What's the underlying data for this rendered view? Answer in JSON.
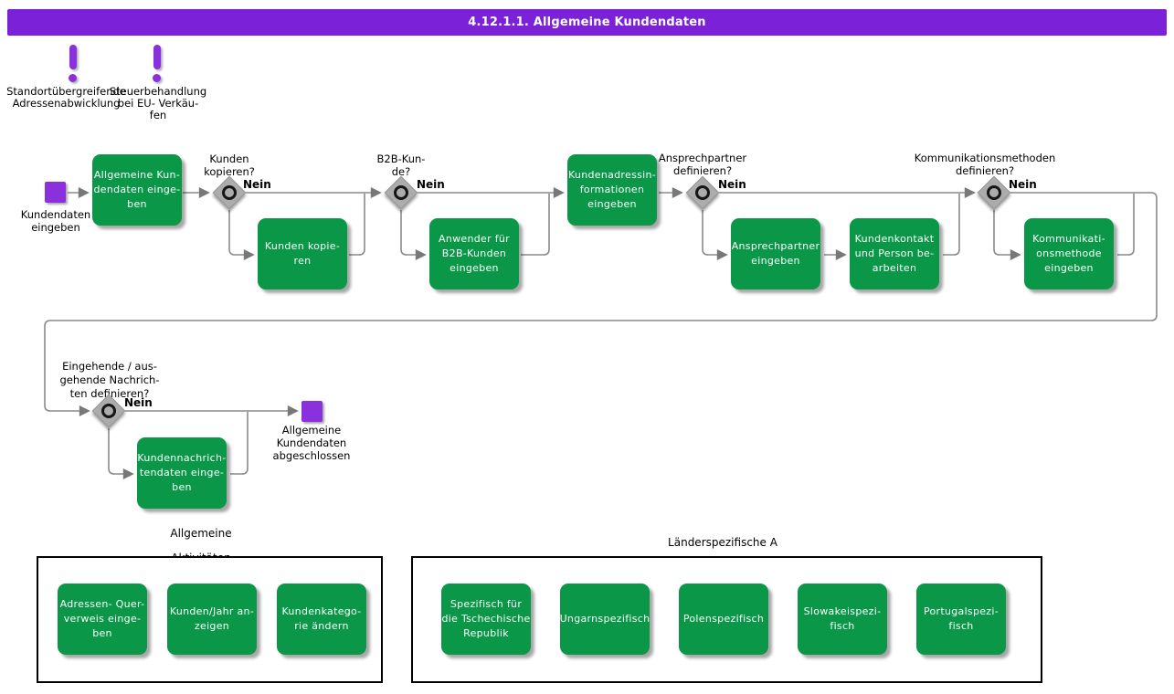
{
  "title": "4.12.1.1. Allgemeine Kundendaten",
  "colors": {
    "banner_purple": "#7b22d8",
    "event_purple": "#8a30dc",
    "task_green": "#0a9748",
    "gateway_gray": "#acacac",
    "connector_gray": "#8a8a8a"
  },
  "warnings": [
    {
      "icon": "exclamation-icon",
      "label": "Standortübergreifende\nAdressenabwicklung"
    },
    {
      "icon": "exclamation-icon",
      "label": "Steuerbehandlung\nbei EU- Verkäu-\nfen"
    }
  ],
  "events": {
    "start": {
      "label": "Kundendaten\neingeben"
    },
    "end": {
      "label": "Allgemeine\nKundendaten\nabgeschlossen"
    }
  },
  "gateways": [
    {
      "question": "Kunden\nkopieren?",
      "no_label": "Nein"
    },
    {
      "question": "B2B-Kun-\nde?",
      "no_label": "Nein"
    },
    {
      "question": "Ansprechpartner\ndefinieren?",
      "no_label": "Nein"
    },
    {
      "question": "Kommunikationsmethoden\ndefinieren?",
      "no_label": "Nein"
    },
    {
      "question": "Eingehende / aus-\ngehende Nachrich-\nten definieren?",
      "no_label": "Nein"
    }
  ],
  "tasks": [
    {
      "label": "Allgemeine Kun-\ndendaten einge-\nben"
    },
    {
      "label": "Kunden kopie-\nren"
    },
    {
      "label": "Anwender für\nB2B-Kunden\neingeben"
    },
    {
      "label": "Kundenadressin-\nformationen\neingeben"
    },
    {
      "label": "Ansprechpartner\neingeben"
    },
    {
      "label": "Kundenkontakt\nund Person be-\narbeiten"
    },
    {
      "label": "Kommunikati-\nonsmethode\neingeben"
    },
    {
      "label": "Kundennachrich-\ntendaten einge-\nben"
    }
  ],
  "sections": [
    {
      "title": "Allgemeine\nAktivitäten",
      "tasks": [
        {
          "label": "Adressen- Quer-\nverweis einge-\nben"
        },
        {
          "label": "Kunden/Jahr an-\nzeigen"
        },
        {
          "label": "Kundenkatego-\nrie ändern"
        }
      ]
    },
    {
      "title": "Länderspezifische A",
      "tasks": [
        {
          "label": "Spezifisch für\ndie Tschechische\nRepublik"
        },
        {
          "label": "Ungarnspezifisch"
        },
        {
          "label": "Polenspezifisch"
        },
        {
          "label": "Slowakeispezi-\nfisch"
        },
        {
          "label": "Portugalspezi-\nfisch"
        }
      ]
    }
  ]
}
